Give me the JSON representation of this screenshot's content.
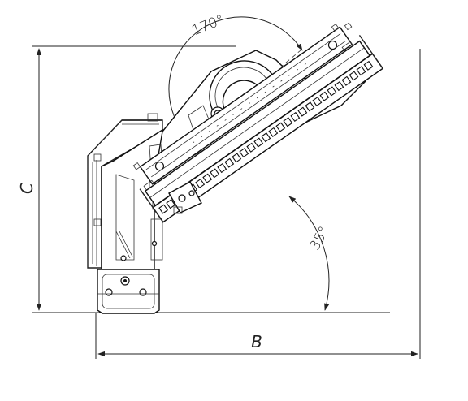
{
  "dimensions": {
    "angle_rotation": "170°",
    "angle_tilt": "35°",
    "height_label": "C",
    "width_label": "B"
  }
}
